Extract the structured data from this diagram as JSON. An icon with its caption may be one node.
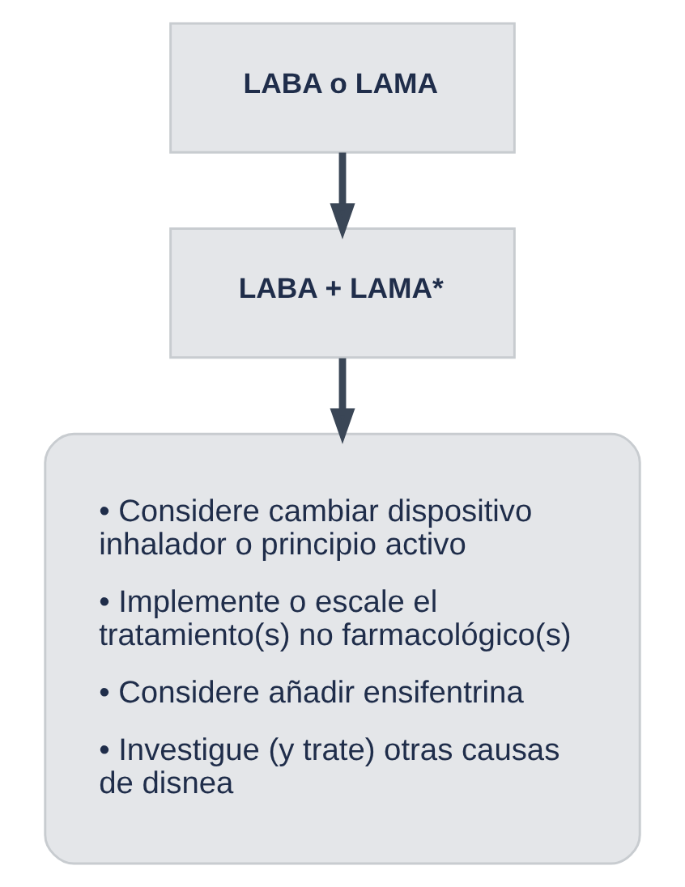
{
  "diagram": {
    "nodes": [
      {
        "text": [
          "LABA o LAMA"
        ]
      },
      {
        "text": [
          "LABA + LAMA*"
        ]
      },
      {
        "text": [
          "• Considere cambiar dispositivo inhalador o principio activo",
          "• Implemente o escale el tratamiento(s) no farmacológico(s)",
          "• Considere añadir ensifentrina",
          "• Investigue (y trate) otras causas de disnea"
        ]
      }
    ],
    "edges": [
      {
        "from": 0,
        "to": 1,
        "arrow": "to"
      },
      {
        "from": 1,
        "to": 2,
        "arrow": "to"
      }
    ]
  }
}
